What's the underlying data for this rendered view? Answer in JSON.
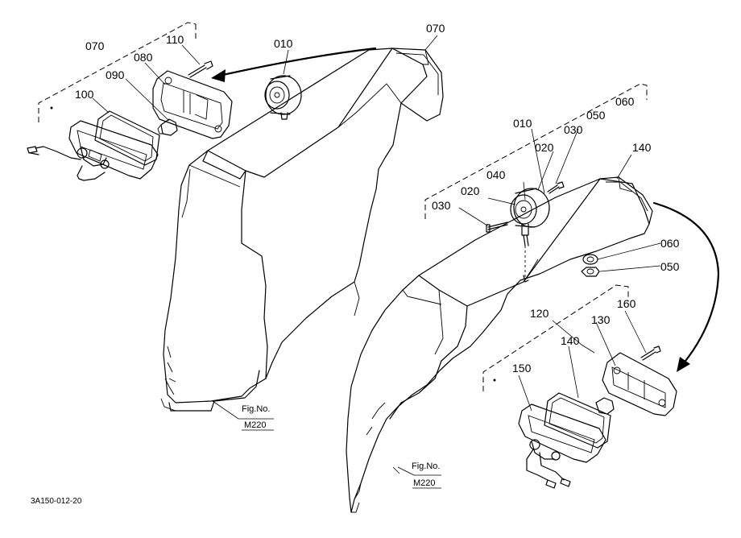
{
  "parts": {
    "left": {
      "p070_group": "070",
      "p110": "110",
      "p080": "080",
      "p090": "090",
      "p100": "100",
      "p010": "010",
      "p070_lens": "070"
    },
    "right": {
      "p060_top": "060",
      "p050_top": "050",
      "p010": "010",
      "p030_top": "030",
      "p020_top": "020",
      "p040": "040",
      "p020_left": "020",
      "p030_left": "030",
      "p140_top": "140",
      "p060_nut": "060",
      "p050_nut": "050",
      "p120": "120",
      "p160": "160",
      "p130": "130",
      "p140_gasket": "140",
      "p150": "150"
    }
  },
  "figure_refs": [
    {
      "label": "Fig.No.",
      "number": "M220"
    },
    {
      "label": "Fig.No.",
      "number": "M220"
    }
  ],
  "drawing_code": "3A150-012-20"
}
